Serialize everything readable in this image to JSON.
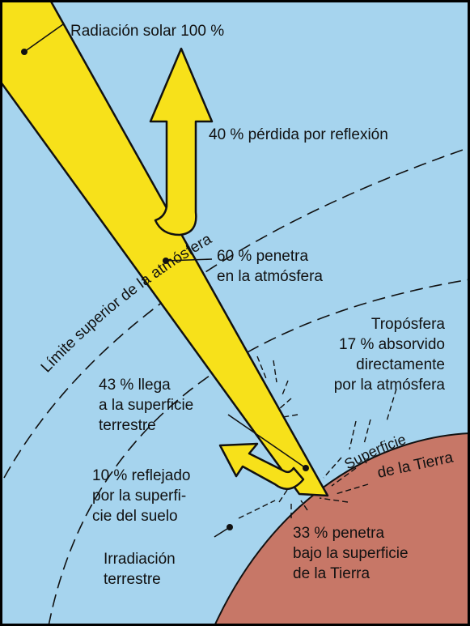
{
  "colors": {
    "sky": "#a6d4ee",
    "earth": "#c77767",
    "beam": "#f7e11a",
    "outline": "#111111",
    "frame": "#000000"
  },
  "labels": {
    "solar": "Radiación solar 100 %",
    "reflect_loss": "40 % pérdida por reflexión",
    "limit": "Límite superior de la atmósfera",
    "penetrate_1": "60 % penetra",
    "penetrate_2": "en la atmósfera",
    "tropo_1": "Tropósfera",
    "tropo_2": "17 % absorvido",
    "tropo_3": "directamente",
    "tropo_4": "por la atmósfera",
    "reach_1": "43 % llega",
    "reach_2": "a la superficie",
    "reach_3": "terrestre",
    "surface_1": "Superficie",
    "surface_2": "de la Tierra",
    "ground_reflect_1": "10 % reflejado",
    "ground_reflect_2": "por la superfi-",
    "ground_reflect_3": "cie del suelo",
    "below_1": "33 % penetra",
    "below_2": "bajo la superficie",
    "below_3": "de la Tierra",
    "irradiation_1": "Irradiación",
    "irradiation_2": "terrestre"
  }
}
